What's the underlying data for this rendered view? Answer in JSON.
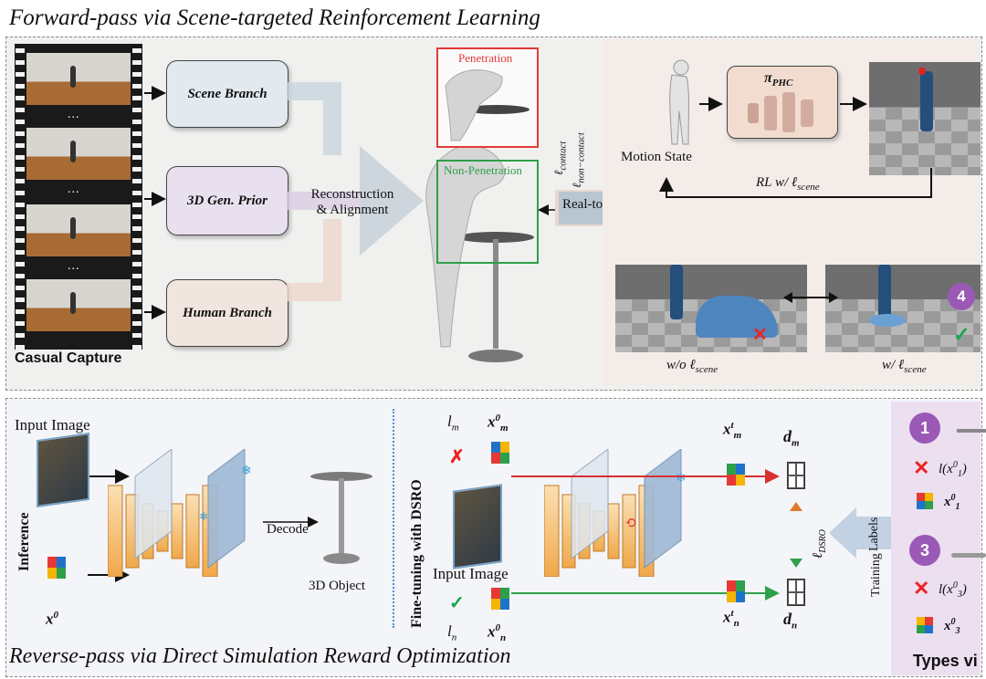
{
  "title_top": "Forward-pass via Scene-targeted Reinforcement Learning",
  "title_bottom": "Reverse-pass via Direct Simulation Reward Optimization",
  "casual_capture": "Casual Capture",
  "ellipsis": "...",
  "branches": {
    "scene": "Scene Branch",
    "prior": "3D Gen. Prior",
    "human": "Human Branch"
  },
  "recon": [
    "Reconstruction",
    "& Alignment"
  ],
  "penetration": "Penetration",
  "non_penetration": "Non-Penetration",
  "l_contact": "ℓ",
  "l_contact_sub": "contact",
  "l_noncontact": "ℓ",
  "l_noncontact_sub": "non−contact",
  "real_to_sim": "Real-to-Sim",
  "motion_state": "Motion State",
  "pi": "π",
  "pi_sub": "PHC",
  "rl_label": "RL w/ ℓ",
  "rl_sub": "scene",
  "wo_label": "w/o ℓ",
  "wo_sub": "scene",
  "w_label": "w/ ℓ",
  "w_sub": "scene",
  "badge_4": "4",
  "input_image": "Input Image",
  "inference": "Inference",
  "x0": "x",
  "x0_sup": "0",
  "decode": "Decode",
  "object_3d": "3D Object",
  "finetune": "Fine-tuning with DSRO",
  "lm": "l",
  "lm_sub": "m",
  "xm0": "x",
  "xm0_sub": "m",
  "xm0_sup": "0",
  "ln": "l",
  "ln_sub": "n",
  "xn0": "x",
  "xn0_sub": "n",
  "xn0_sup": "0",
  "xmt": "x",
  "xmt_sub": "m",
  "xmt_sup": "t",
  "xnt": "x",
  "xnt_sub": "n",
  "xnt_sup": "t",
  "dm": "d",
  "dm_sub": "m",
  "dn": "d",
  "dn_sub": "n",
  "l_dsro": "ℓ",
  "l_dsro_sub": "DSRO",
  "training_labels": [
    "Training",
    "Labels"
  ],
  "badge_1": "1",
  "badge_3": "3",
  "lx1": "l(x",
  "lx1_sub": "1",
  "lx1_sup": "0",
  "x1": "x",
  "x1_sub": "1",
  "x1_sup": "0",
  "lx3": "l(x",
  "lx3_sub": "3",
  "lx3_sup": "0",
  "x3": "x",
  "x3_sub": "3",
  "x3_sup": "0",
  "types_label": "Types vi",
  "colors": {
    "scene_branch": "#e2eaf0",
    "prior_branch": "#e9e0ef",
    "human_branch": "#f1e6df",
    "penetration": "#e53935",
    "non_penetration": "#2e9f4a",
    "policy": "#f2dcd0",
    "unet_orange": "#f0a84a",
    "unet_blue": "#9fb9d6",
    "badge_purple": "#9b59b6",
    "red_line": "#d93030",
    "green_line": "#2fa14a"
  }
}
